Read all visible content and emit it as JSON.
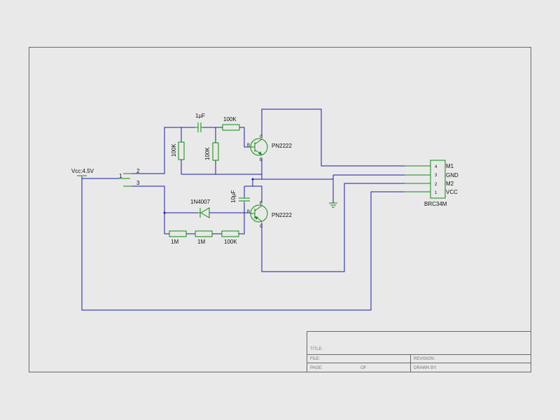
{
  "source": {
    "label": "Vcc:4.5V"
  },
  "switch": {
    "pin_common": "1",
    "pin_a": "2",
    "pin_b": "3"
  },
  "capacitors": {
    "c1": "1µF",
    "c2": "10µF"
  },
  "resistors": {
    "r1": "100K",
    "r2": "100K",
    "r3": "100K",
    "r4": "1M",
    "r5": "1M",
    "r6": "100K"
  },
  "diode": {
    "label": "1N4007"
  },
  "transistors": {
    "q1": "PN2222",
    "q2": "PN2222",
    "pin_b": "B",
    "pin_c": "C",
    "pin_e": "E"
  },
  "connector": {
    "name": "BRC34M",
    "pins": [
      {
        "num": "4",
        "label": "M1"
      },
      {
        "num": "3",
        "label": "GND"
      },
      {
        "num": "2",
        "label": "M2"
      },
      {
        "num": "1",
        "label": "VCC"
      }
    ]
  },
  "title_block": {
    "title": "TITLE:",
    "file": "FILE:",
    "revision": "REVISION:",
    "page": "PAGE:",
    "of": "OF",
    "drawn_by": "DRAWN BY:"
  }
}
